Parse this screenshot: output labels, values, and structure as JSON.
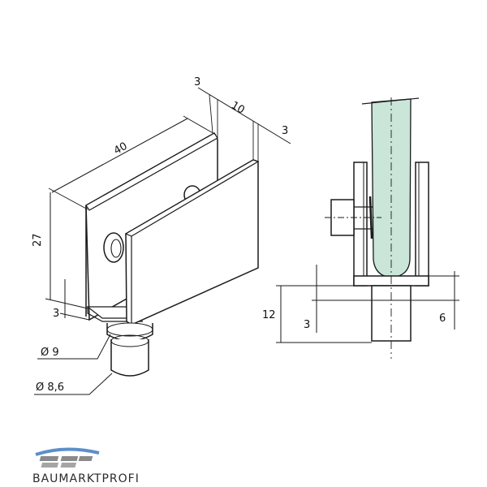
{
  "dimensions": {
    "d_3_top": "3",
    "d_10": "10",
    "d_3_right": "3",
    "d_40": "40",
    "d_27": "27",
    "d_3_left": "3",
    "d_dia_9": "Ø 9",
    "d_dia_86": "Ø 8,6",
    "d_12": "12",
    "d_3_side": "3",
    "d_6": "6"
  },
  "colors": {
    "glass": "#c9e6d8",
    "glass_edge": "#9fc9b9",
    "line": "#1a1a1a",
    "logo_blue": "#5b8fc9",
    "logo_gray": "#8a8a8a"
  },
  "logo": {
    "text": "BAUMARKTPROFI"
  }
}
